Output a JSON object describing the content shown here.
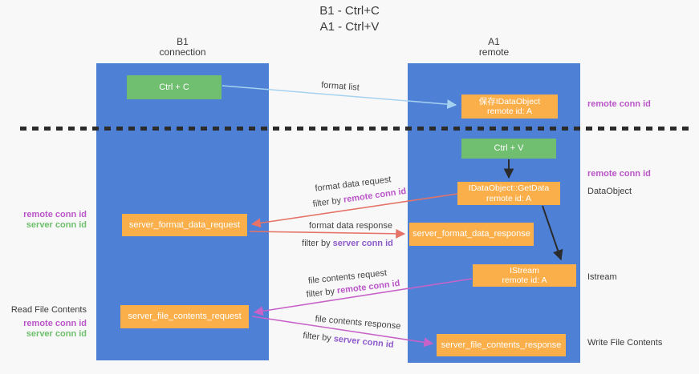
{
  "title": {
    "line1": "B1 - Ctrl+C",
    "line2": "A1 - Ctrl+V"
  },
  "columns": {
    "left": {
      "header_line1": "B1",
      "header_line2": "connection"
    },
    "right": {
      "header_line1": "A1",
      "header_line2": "remote"
    }
  },
  "nodes": {
    "ctrl_c": "Ctrl + C",
    "ctrl_v": "Ctrl + V",
    "save_dataobject_line1": "保存IDataObject",
    "save_dataobject_line2": "remote id: A",
    "getdata_line1": "IDataObject::GetData",
    "getdata_line2": "remote id: A",
    "istream_line1": "IStream",
    "istream_line2": "remote id: A",
    "server_format_data_request": "server_format_data_request",
    "server_format_data_response": "server_format_data_response",
    "server_file_contents_request": "server_file_contents_request",
    "server_file_contents_response": "server_file_contents_response"
  },
  "edge_labels": {
    "format_list": "format list",
    "format_data_request": "format data request",
    "format_data_request_filter": "filter by",
    "format_data_request_filter_key": "remote conn id",
    "format_data_response": "format data response",
    "format_data_response_filter": "filter by",
    "format_data_response_filter_key": "server conn id",
    "file_contents_request": "file contents request",
    "file_contents_request_filter": "filter by",
    "file_contents_request_filter_key": "remote conn id",
    "file_contents_response": "file contents response",
    "file_contents_response_filter": "filter by",
    "file_contents_response_filter_key": "server conn id"
  },
  "annotations": {
    "right_remote_conn_id_1": "remote conn id",
    "right_remote_conn_id_2": "remote conn id",
    "dataobject": "DataObject",
    "istream": "Istream",
    "write_file_contents": "Write File Contents",
    "left_remote_conn_id_1": "remote conn id",
    "left_server_conn_id_1": "server conn id",
    "read_file_contents": "Read File Contents",
    "left_remote_conn_id_2": "remote conn id",
    "left_server_conn_id_2": "server conn id"
  },
  "colors": {
    "bg": "#f8f8f8",
    "column_blue": "#4E80D6",
    "node_green": "#70BE6F",
    "node_orange": "#FAAF4B",
    "arrow_light_blue": "#A5D2F0",
    "arrow_black": "#2B2B2B",
    "arrow_red": "#E57368",
    "arrow_magenta": "#C763C8",
    "text_magenta": "#BA55C8",
    "text_violet": "#8F5BCB",
    "text_green": "#6CBF6B",
    "text_dark": "#3A3A3A"
  }
}
